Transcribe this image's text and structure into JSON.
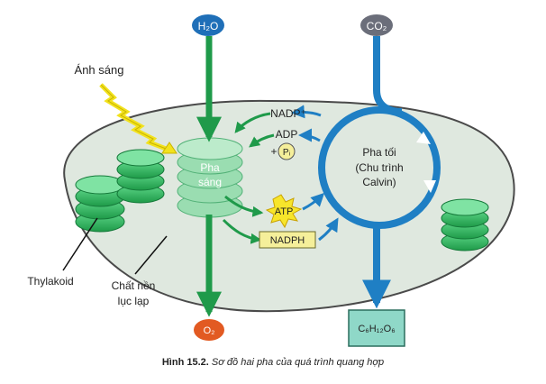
{
  "labels": {
    "water": "H₂O",
    "co2": "CO₂",
    "light": "Ánh sáng",
    "nadp_plus": "NADP⁺",
    "adp": "ADP",
    "plus": "+",
    "pi": "Pᵢ",
    "light_phase_line1": "Pha",
    "light_phase_line2": "sáng",
    "dark_phase_line1": "Pha tối",
    "dark_phase_line2": "(Chu trình",
    "dark_phase_line3": "Calvin)",
    "atp": "ATP",
    "nadph": "NADPH",
    "thylakoid": "Thylakoid",
    "stroma_line1": "Chất nền",
    "stroma_line2": "lục lạp",
    "oxygen": "O₂",
    "glucose": "C₆H₁₂O₆"
  },
  "caption": {
    "label": "Hình 15.2.",
    "text": "Sơ đồ hai pha của quá trình quang hợp"
  },
  "colors": {
    "chloroplast_fill": "#dfe8df",
    "thylakoid_green": "#2db35a",
    "arrow_green": "#1f9a4a",
    "calvin_blue": "#1f7fc4",
    "water_blue": "#1f6fb8",
    "co2_gray": "#6b6e7a",
    "oxygen_orange": "#e25a22",
    "atp_yellow": "#f7e52b",
    "glucose_teal": "#8fd8c8"
  }
}
